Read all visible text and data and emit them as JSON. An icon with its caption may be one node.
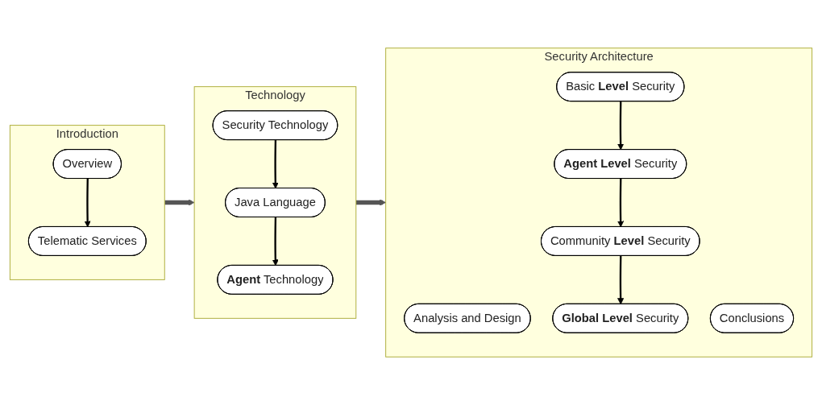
{
  "diagram": {
    "nodes": [
      {
        "text": [
          "Introduction"
        ]
      },
      {
        "text": [
          "Overview"
        ],
        "in": 0
      },
      {
        "text": [
          "Telematic Services"
        ],
        "in": 0
      },
      {
        "text": [
          "Technology"
        ]
      },
      {
        "text": [
          "Security Technology"
        ],
        "in": 3
      },
      {
        "text": [
          "Java Language"
        ],
        "in": 3
      },
      {
        "text": [
          "**Agent** Technology"
        ],
        "in": 3
      },
      {
        "text": [
          "Security Architecture"
        ]
      },
      {
        "text": [
          "Analysis and Design"
        ],
        "in": 7
      },
      {
        "text": [
          "Basic **Level** Security"
        ],
        "in": 7
      },
      {
        "text": [
          "**Agent Level** Security"
        ],
        "in": 7
      },
      {
        "text": [
          "Community **Level** Security"
        ],
        "in": 7
      },
      {
        "text": [
          "**Global Level** Security"
        ],
        "in": 7
      },
      {
        "text": [
          "Conclusions"
        ],
        "in": 7
      }
    ],
    "edges": [
      {
        "from": 1,
        "to": 2,
        "arrow": "to"
      },
      {
        "from": 0,
        "to": 3,
        "arrow": "to",
        "style": "thick"
      },
      {
        "from": 4,
        "to": 5,
        "arrow": "to"
      },
      {
        "from": 5,
        "to": 6,
        "arrow": "to"
      },
      {
        "from": 3,
        "to": 7,
        "arrow": "to",
        "style": "thick"
      },
      {
        "from": 9,
        "to": 10,
        "arrow": "to"
      },
      {
        "from": 10,
        "to": 11,
        "arrow": "to"
      },
      {
        "from": 11,
        "to": 12,
        "arrow": "to"
      }
    ]
  }
}
